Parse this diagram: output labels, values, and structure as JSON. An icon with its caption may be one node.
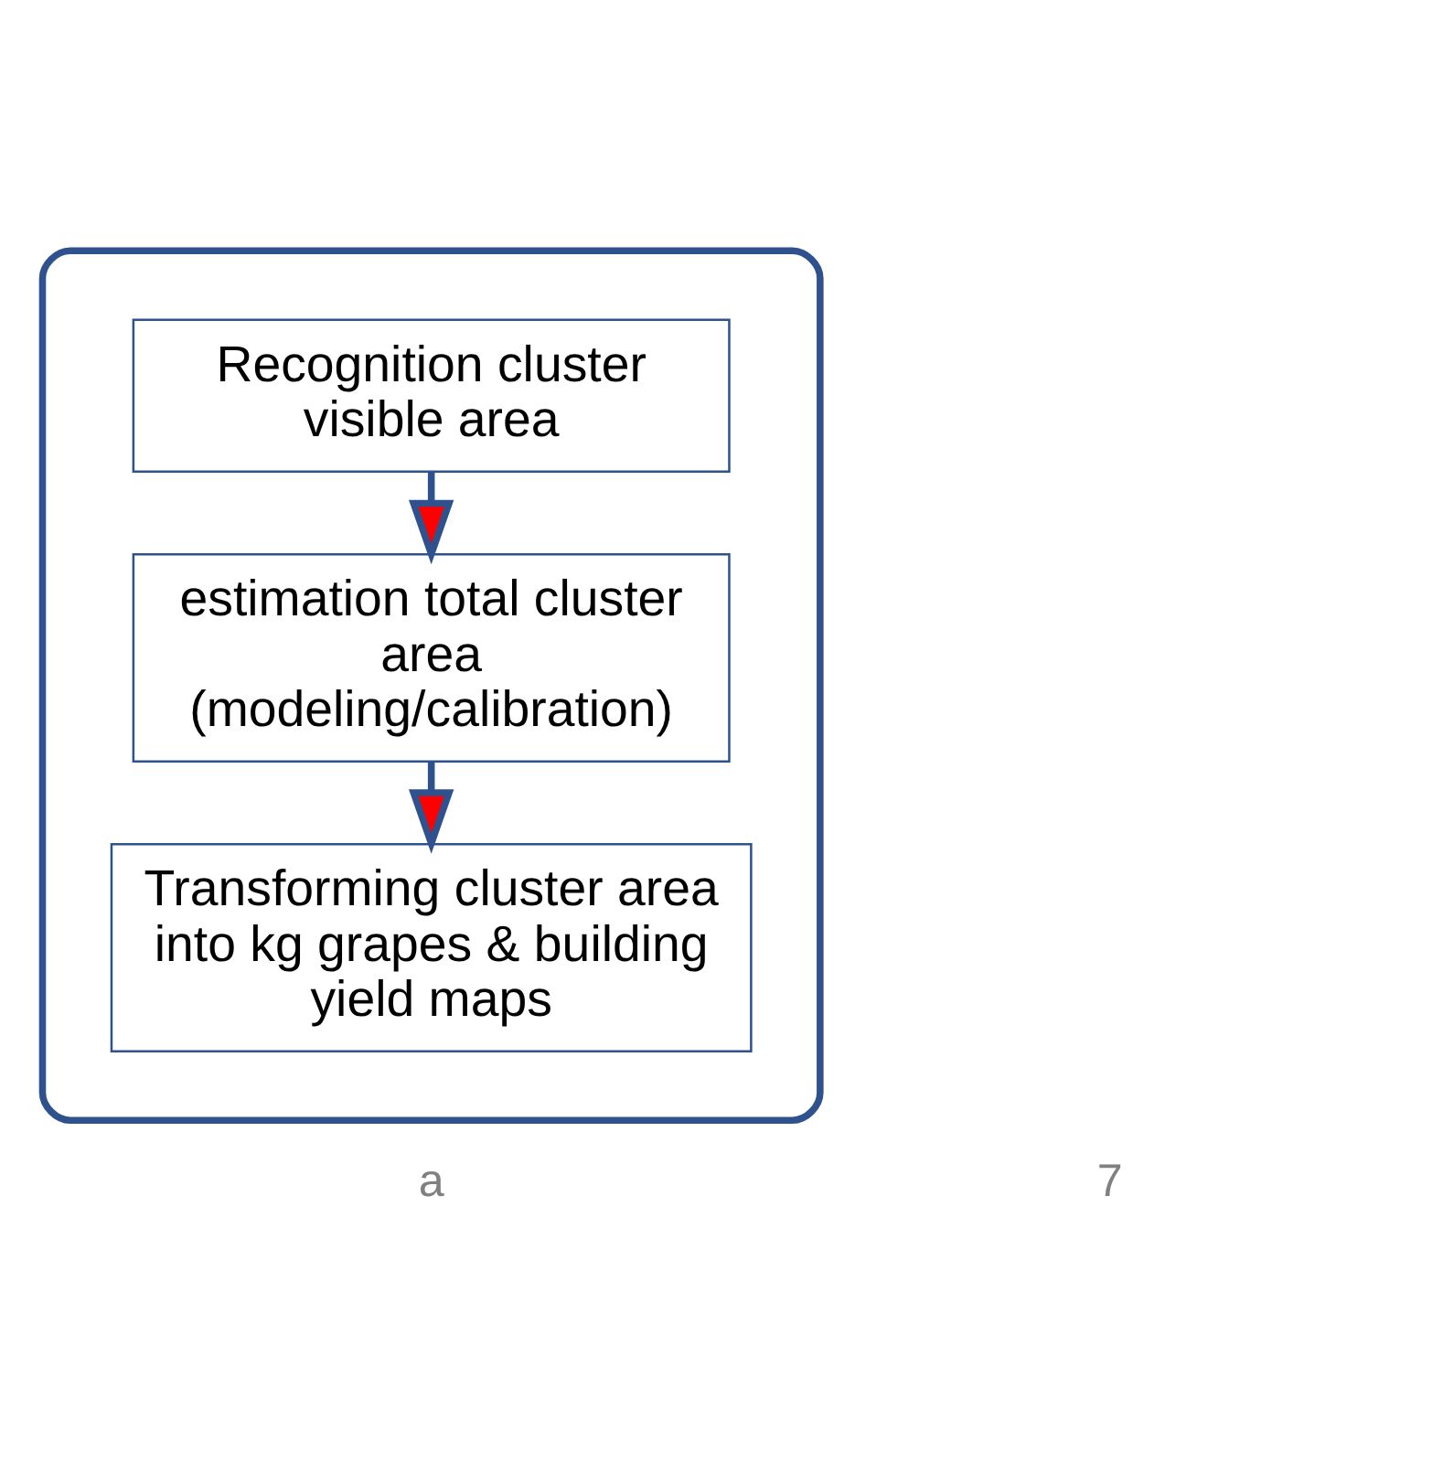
{
  "diagram": {
    "nodes": [
      {
        "text": [],
        "shape": "box"
      },
      {
        "text": [
          "Recognition cluster visible area"
        ],
        "in": 0
      },
      {
        "text": [
          "estimation total cluster area (modeling/calibration)"
        ],
        "in": 0
      },
      {
        "text": [
          "Transforming cluster area into kg grapes & building yield maps"
        ],
        "in": 0
      }
    ],
    "edges": [
      {
        "from": 1,
        "to": 2,
        "arrow": "to"
      },
      {
        "from": 2,
        "to": 3,
        "arrow": "to"
      }
    ],
    "labels": [
      "a",
      "7"
    ]
  }
}
